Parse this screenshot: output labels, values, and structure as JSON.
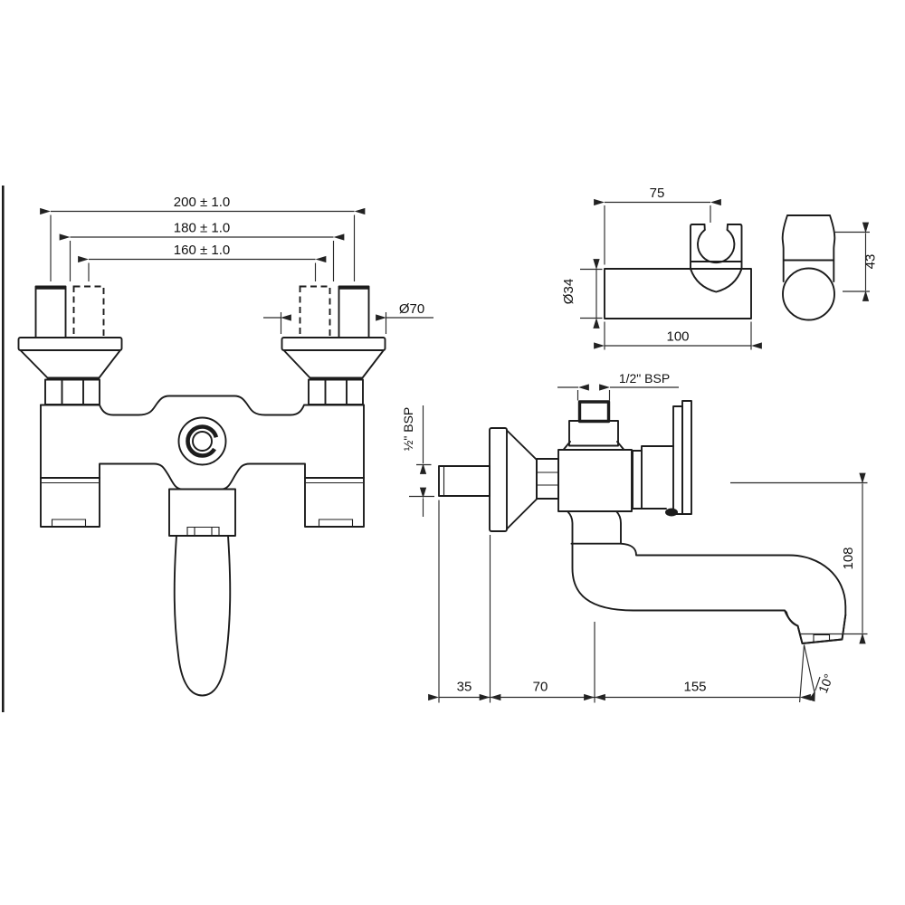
{
  "drawing": {
    "kind": "faucet-installation-dimension-drawing",
    "background": "#ffffff",
    "line_color": "#1c1c1c",
    "dim_color": "#2a2a2a",
    "front_view": {
      "dims": {
        "span200": "200 ± 1.0",
        "span180": "180 ± 1.0",
        "span160": "160 ± 1.0",
        "flange_dia": "Ø70"
      }
    },
    "holder_front_view": {
      "dims": {
        "offset75": "75",
        "body_dia": "Ø34",
        "length100": "100"
      }
    },
    "holder_side_view": {
      "dims": {
        "height43": "43"
      }
    },
    "side_view": {
      "dims": {
        "inlet_thread": "½\" BSP",
        "top_thread": "1/2\" BSP",
        "height108": "108",
        "wall35": "35",
        "pitch70": "70",
        "reach155": "155",
        "spout_angle": "10°"
      }
    }
  }
}
